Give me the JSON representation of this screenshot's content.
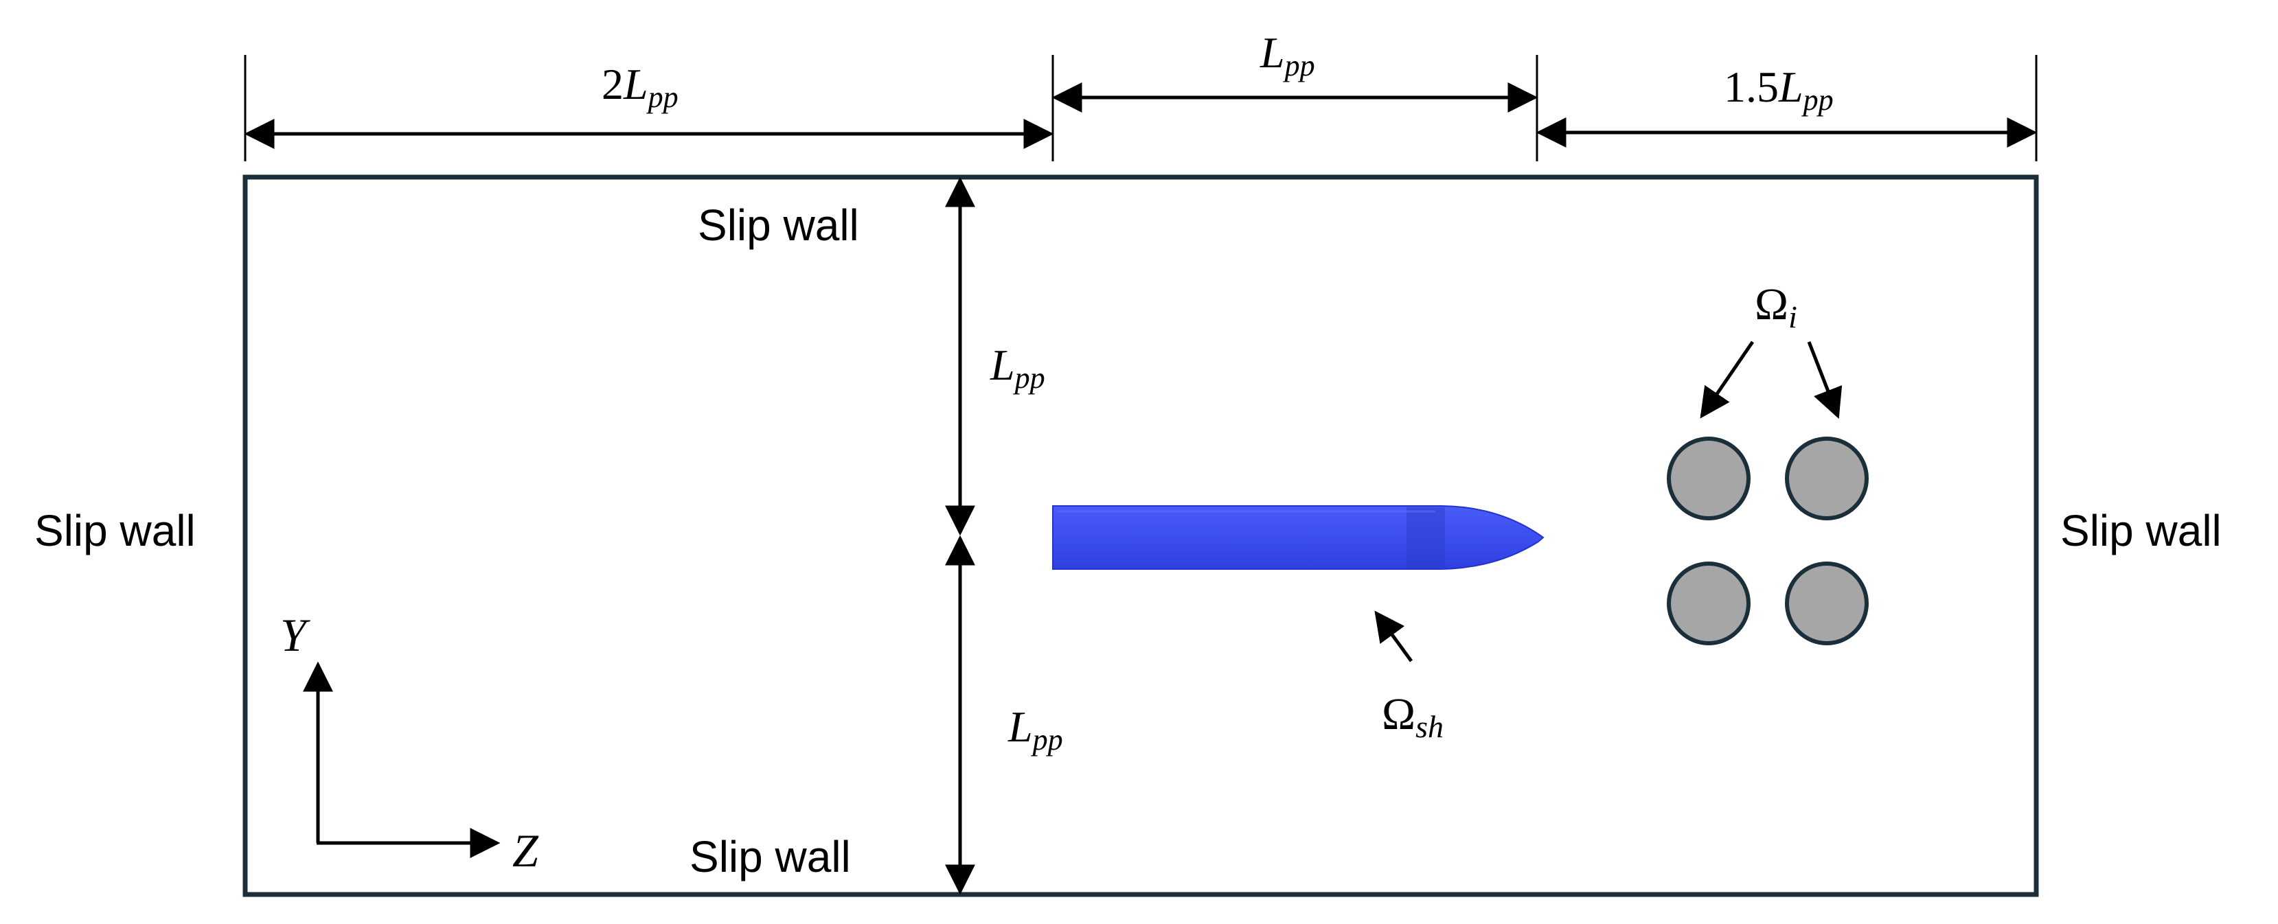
{
  "labels": {
    "slip_wall_top": "Slip wall",
    "slip_wall_bottom": "Slip wall",
    "slip_wall_left": "Slip wall",
    "slip_wall_right": "Slip wall"
  },
  "dimensions": {
    "upstream_coeff": "2",
    "ship_length_coeff": "",
    "downstream_coeff": "1.5",
    "half_width_top_coeff": "",
    "half_width_bottom_coeff": "",
    "symbol": "L",
    "subscript": "pp"
  },
  "regions": {
    "omega_symbol": "Ω",
    "islands_subscript": "i",
    "ship_subscript": "sh"
  },
  "axes": {
    "vertical": "Y",
    "horizontal": "Z"
  },
  "colors": {
    "domain_border": "#1b2f3a",
    "ship_fill": "#3b4ef0",
    "ship_edge": "#2233d0",
    "island_fill": "#a6a6a6",
    "island_edge": "#1b2f3a",
    "arrow": "#000000"
  }
}
